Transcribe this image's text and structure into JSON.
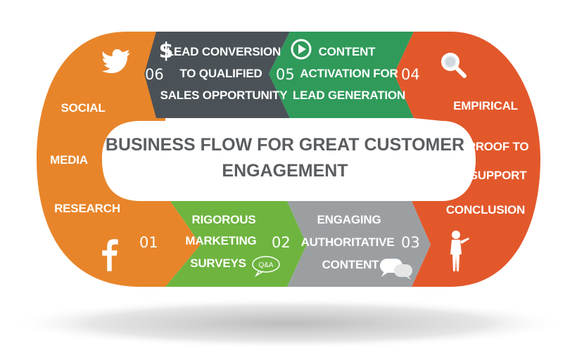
{
  "title": {
    "line1": "BUSINESS FLOW FOR GREAT CUSTOMER",
    "line2": "ENGAGEMENT"
  },
  "steps": [
    {
      "number": "01",
      "lines": [
        "SOCIAL",
        "MEDIA",
        "RESEARCH"
      ],
      "icon": "facebook-icon",
      "color": "#e8852a"
    },
    {
      "number": "02",
      "lines": [
        "RIGOROUS",
        "MARKETING",
        "SURVEYS"
      ],
      "icon": "qa-bubble-icon",
      "icon_text": "Q&A",
      "color": "#6eb43f"
    },
    {
      "number": "03",
      "lines": [
        "ENGAGING",
        "AUTHORITATIVE",
        "CONTENT"
      ],
      "icon": "chat-bubbles-icon",
      "color": "#9c9fa2"
    },
    {
      "number": "04",
      "lines": [
        "EMPIRICAL",
        "PROOF TO",
        "SUPPORT",
        "CONCLUSION"
      ],
      "icon": "magnifier-icon",
      "person_icon": "presenter-icon",
      "color": "#e2582b"
    },
    {
      "number": "05",
      "lines": [
        "CONTENT",
        "ACTIVATION FOR",
        "LEAD GENERATION"
      ],
      "icon": "play-button-icon",
      "color": "#2f9a5a"
    },
    {
      "number": "06",
      "lines": [
        "LEAD CONVERSION",
        "TO QUALIFIED",
        "SALES OPPORTUNITY"
      ],
      "icon": "dollar-icon",
      "color": "#4a5257"
    }
  ],
  "colors": {
    "center_text": "#5a5d60",
    "center_fill": "#ffffff",
    "shadow": "#d9d9d9"
  }
}
